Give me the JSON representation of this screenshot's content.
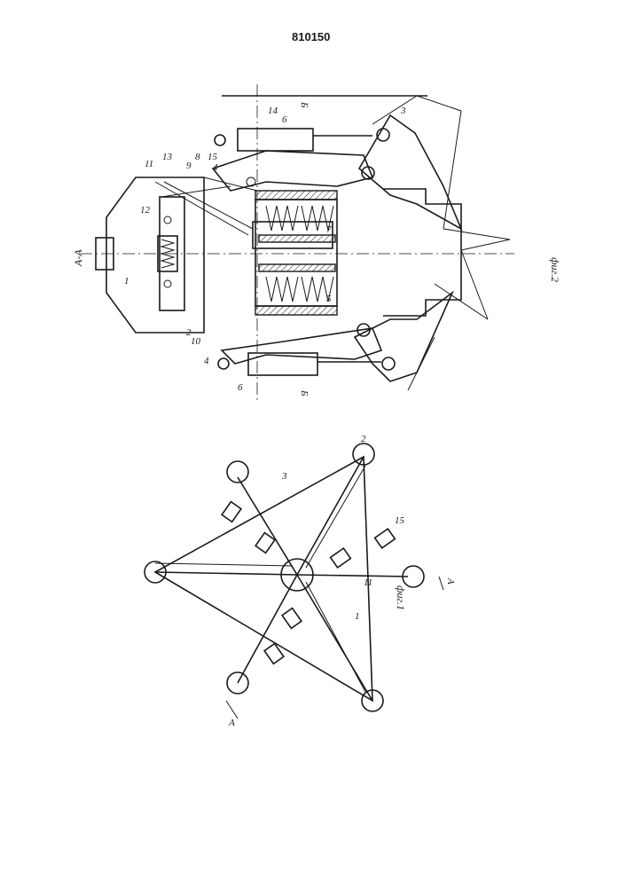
{
  "header": {
    "patent_number": "810150"
  },
  "fig1": {
    "caption": "фиг.1",
    "section_mark": "A",
    "labels": {
      "l1": "1",
      "l2": "2",
      "l3": "3",
      "l11": "11",
      "l15": "15"
    }
  },
  "fig2": {
    "caption": "фиг.2",
    "section_title": "A-A",
    "cut_mark": "Б",
    "labels": {
      "l1": "1",
      "l2": "2",
      "l3": "3",
      "l4a": "4",
      "l4b": "4",
      "l5": "5",
      "l6a": "6",
      "l6b": "6",
      "l7": "7",
      "l8": "8",
      "l9": "9",
      "l10": "10",
      "l11": "11",
      "l12": "12",
      "l13": "13",
      "l14": "14",
      "l15": "15"
    }
  }
}
